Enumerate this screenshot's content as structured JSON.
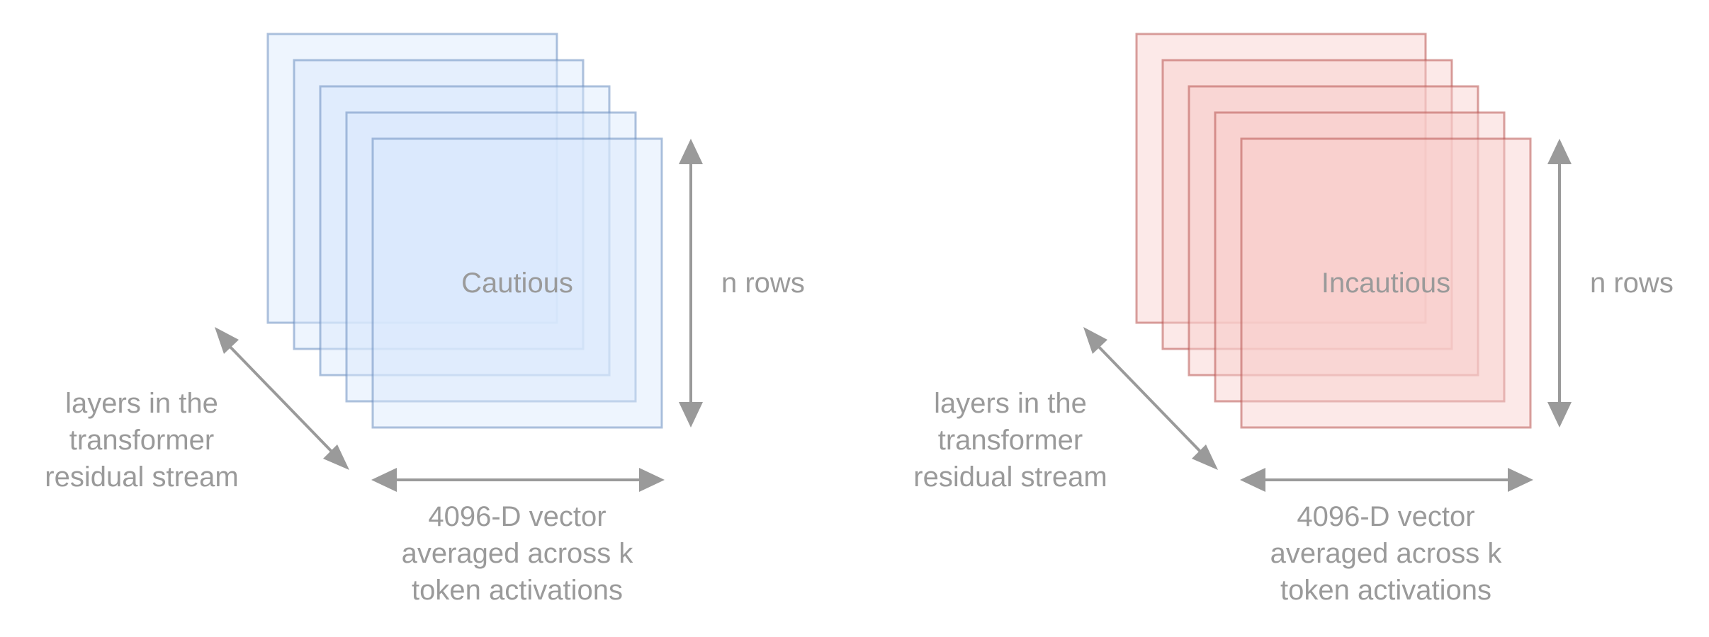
{
  "colors": {
    "text": "#9a9a9a",
    "arrow": "#9a9a9a",
    "cautious_fill": "#dae8fc",
    "cautious_stroke": "#6c8ebf",
    "incautious_fill": "#f8cecc",
    "incautious_stroke": "#b85450"
  },
  "panels": [
    {
      "id": "cautious",
      "center_label": "Cautious",
      "height_label": "n rows",
      "depth_label": "layers in the\ntransformer\nresidual stream",
      "width_label": "4096-D vector\naveraged across k\ntoken activations",
      "layer_count": 5,
      "fill": "#dae8fc",
      "stroke": "#6c8ebf"
    },
    {
      "id": "incautious",
      "center_label": "Incautious",
      "height_label": "n rows",
      "depth_label": "layers in the\ntransformer\nresidual stream",
      "width_label": "4096-D vector\naveraged across k\ntoken activations",
      "layer_count": 5,
      "fill": "#f8cecc",
      "stroke": "#b85450"
    }
  ]
}
